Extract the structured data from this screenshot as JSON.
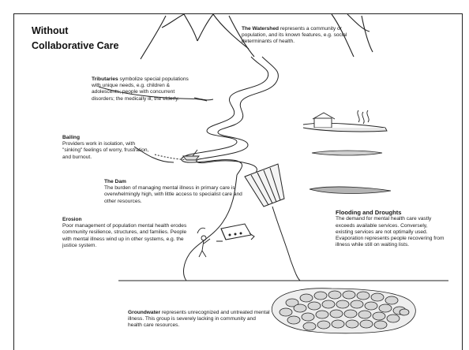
{
  "title": {
    "line1": "Without",
    "line2": "Collaborative Care"
  },
  "watershed": {
    "lead": "The Watershed",
    "body": " represents a community or population, and its known features, e.g. social determinants of health."
  },
  "tributaries": {
    "lead": "Tributaries",
    "body": " symbolize special populations with unique needs, e.g. children & adolescents; people with concurrent disorders; the medically ill; the elderly."
  },
  "bailing": {
    "heading": "Bailing",
    "body": "Providers work in isolation, with \"sinking\" feelings of worry, frustration, and burnout."
  },
  "dam": {
    "heading": "The Dam",
    "body": "The burden of managing mental illness in primary care is overwhelmingly high, with little access to specialist care and other resources."
  },
  "erosion": {
    "heading": "Erosion",
    "body": "Poor management of population mental health erodes community resilience, structures, and families. People with mental illness wind up in other systems, e.g. the justice system."
  },
  "flooding": {
    "heading": "Flooding and Droughts",
    "body": "The demand for mental health care vastly exceeds available services. Conversely, existing services are not optimally used. Evaporation represents people recovering from illness while still on waiting lists."
  },
  "groundwater": {
    "lead": "Groundwater",
    "body": " represents unrecognized and untreated mental illness. This group is severely lacking in community and health care resources."
  },
  "icons": [
    "mountains-icon",
    "river-icon",
    "dam-icon",
    "boat-icon",
    "house-icon",
    "flood-icon",
    "drought-icon",
    "evaporation-icon",
    "groundwater-rocks-icon",
    "person-icon"
  ],
  "colors": {
    "line": "#222222",
    "water_fill": "#eeeeee",
    "rock_fill": "#d8d8d8"
  }
}
